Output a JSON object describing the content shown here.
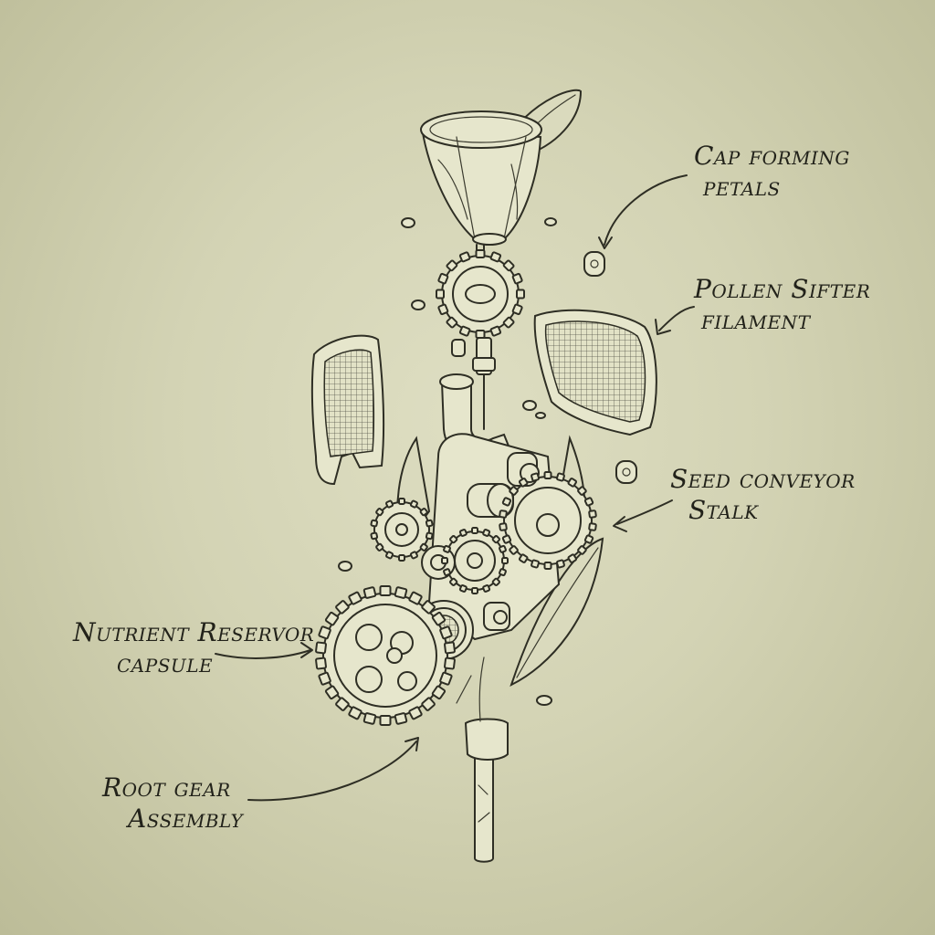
{
  "labels": {
    "cap": {
      "line1": "Cap forming",
      "line2": "petals"
    },
    "pollen": {
      "line1": "Pollen Sifter",
      "line2": "filament"
    },
    "seed": {
      "line1": "Seed conveyor",
      "line2": "Stalk"
    },
    "nutrient": {
      "line1": "Nutrient Reservor",
      "line2": "capsule"
    },
    "root": {
      "line1": "Root gear",
      "line2": "Assembly"
    }
  },
  "colors": {
    "paper": "#d6d6b8",
    "ink": "#2e2e24"
  }
}
